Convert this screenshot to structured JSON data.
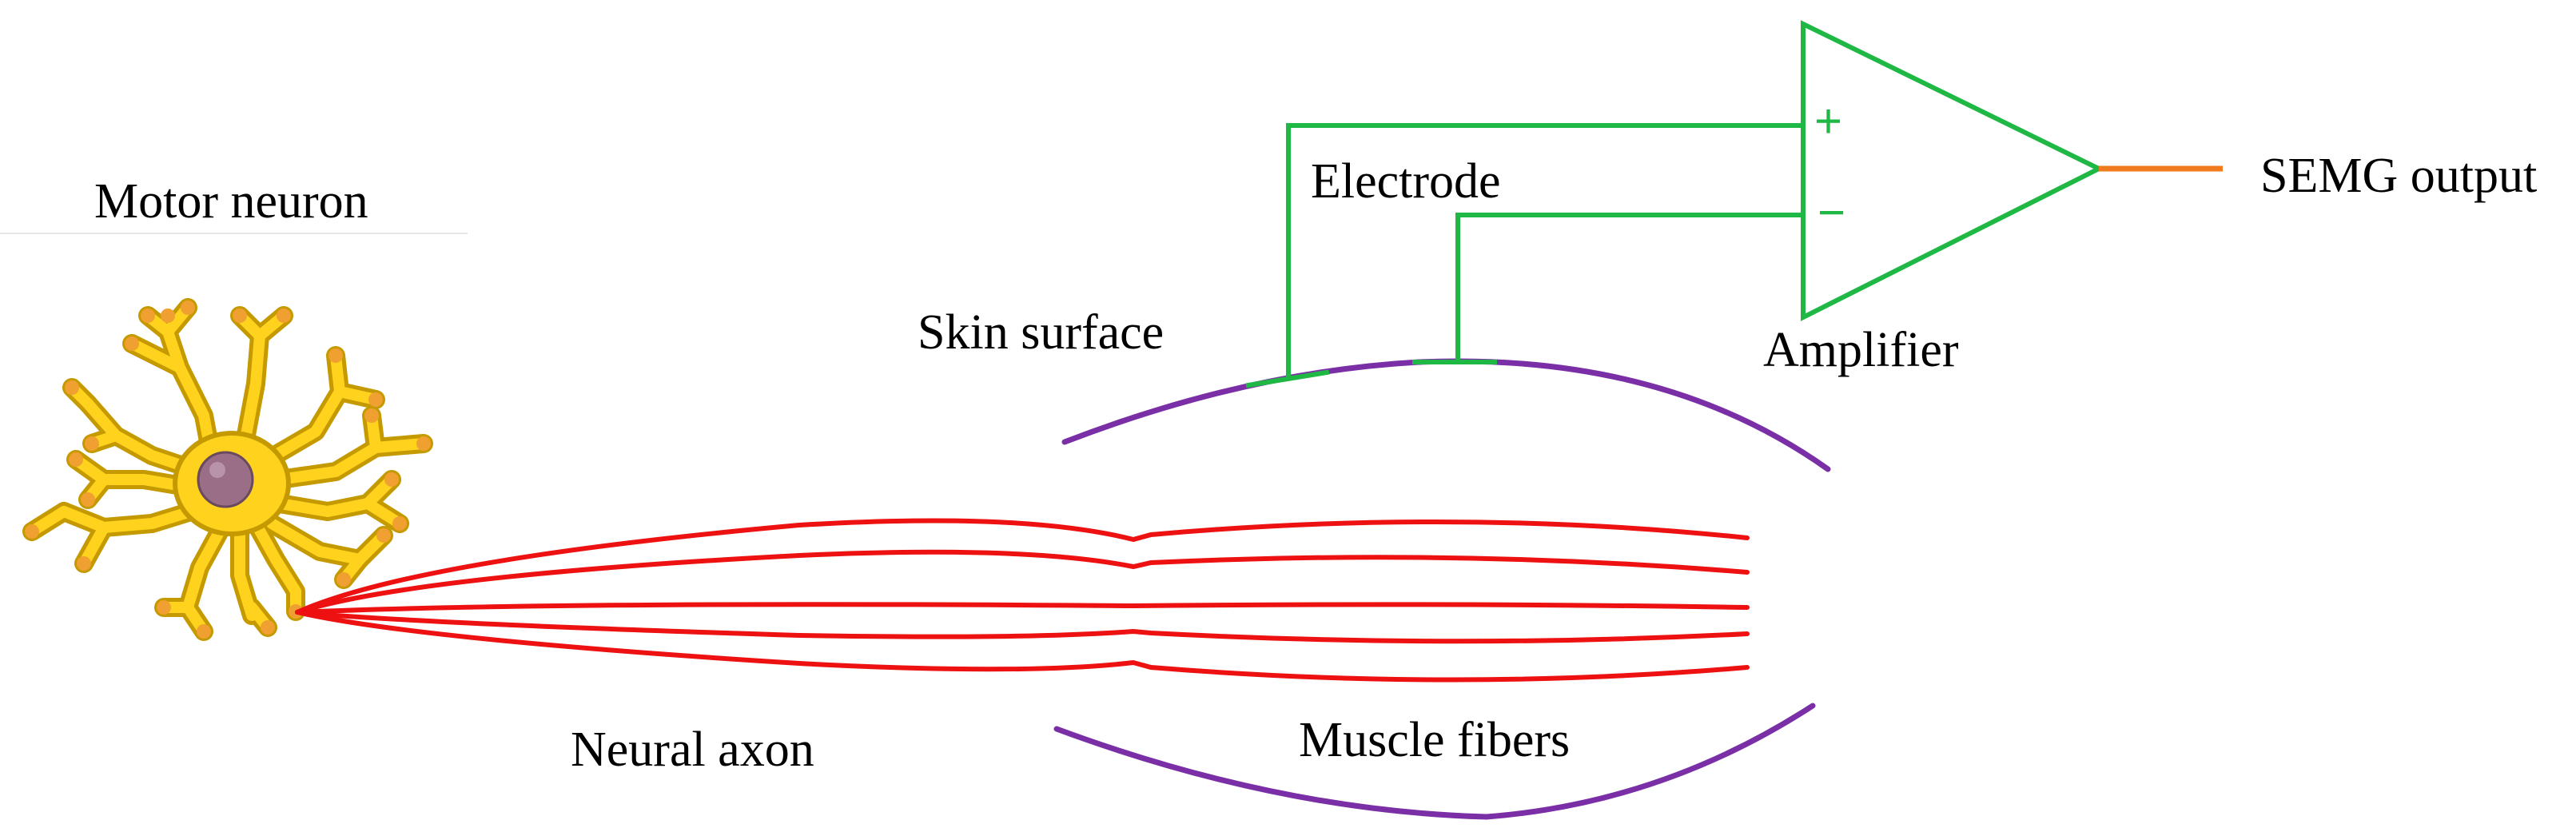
{
  "labels": {
    "motor_neuron": "Motor neuron",
    "neural_axon": "Neural axon",
    "muscle_fibers": "Muscle fibers",
    "skin_surface": "Skin surface",
    "electrode": "Electrode",
    "amplifier": "Amplifier",
    "semg_output": "SEMG output",
    "plus_sign": "+",
    "minus_sign": "−"
  },
  "colors": {
    "neuron_body": "#ffd21e",
    "neuron_outline": "#c49a00",
    "neuron_tip": "#f0a030",
    "nucleus": "#9a6e86",
    "fiber": "#ee1111",
    "skin": "#7a2fa6",
    "circuit": "#1fb845",
    "output": "#f07a1e"
  }
}
